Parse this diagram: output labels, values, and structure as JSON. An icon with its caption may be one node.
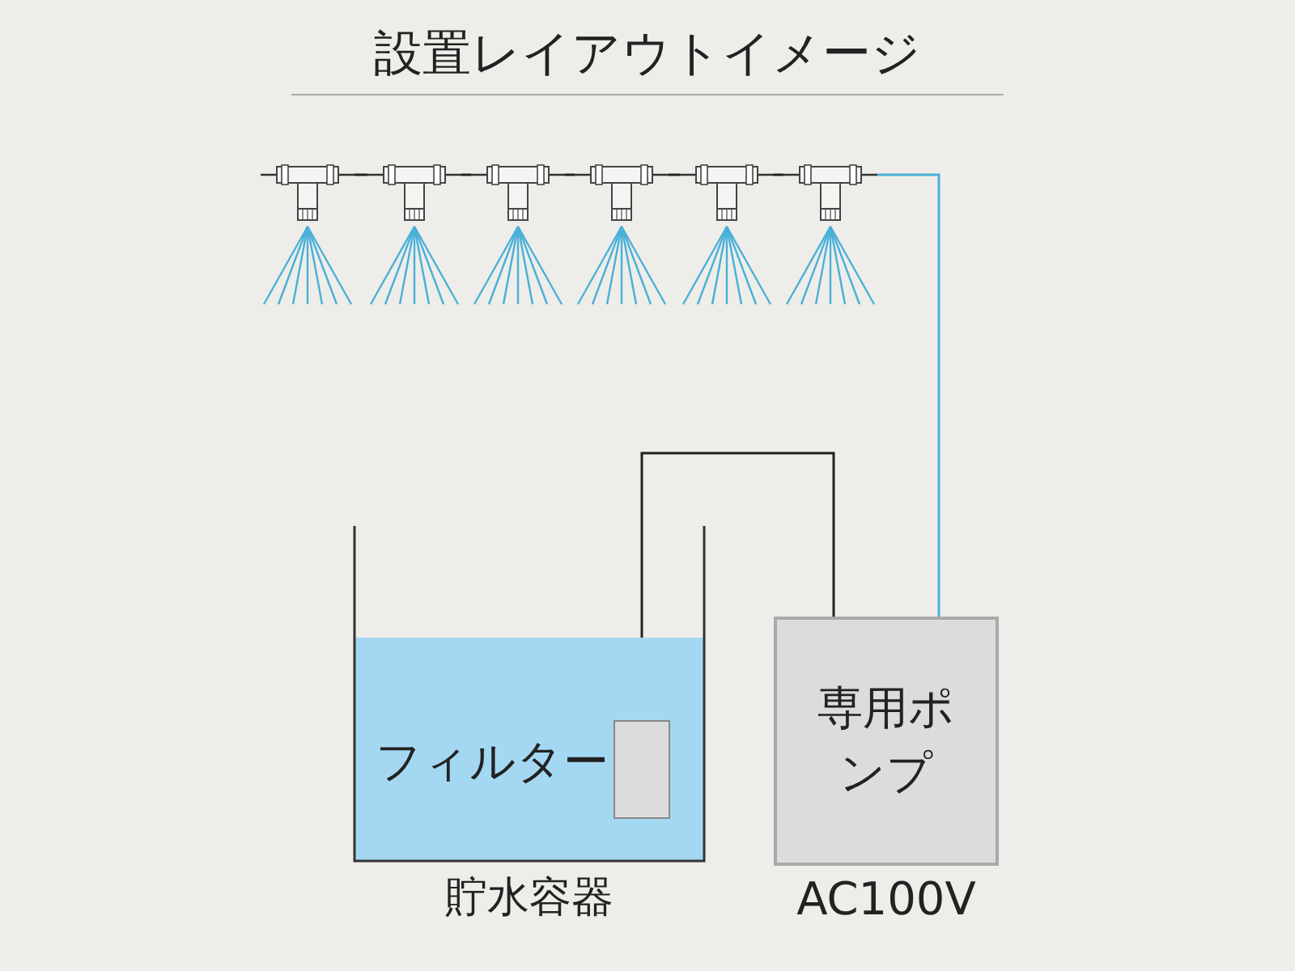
{
  "diagram": {
    "title": "設置レイアウトイメージ",
    "nodes": [
      {
        "text": [
          "貯水容器"
        ]
      },
      {
        "text": [],
        "shape": "box",
        "in": 0,
        "beside": [
          "フィルター"
        ]
      },
      {
        "text": [
          "専用ポンプ"
        ],
        "beside": [
          "AC100V"
        ]
      },
      {
        "text": [],
        "shape": "picture"
      },
      {
        "text": [],
        "shape": "picture"
      },
      {
        "text": [],
        "shape": "picture"
      },
      {
        "text": [],
        "shape": "picture"
      },
      {
        "text": [],
        "shape": "picture"
      },
      {
        "text": [],
        "shape": "picture"
      }
    ],
    "edges": [
      {
        "from": 1,
        "to": 2,
        "arrow": "none"
      },
      {
        "from": 2,
        "to": 8,
        "arrow": "none",
        "color": "#4ab0d8"
      },
      {
        "from": 8,
        "to": 7,
        "arrow": "none"
      },
      {
        "from": 7,
        "to": 6,
        "arrow": "none"
      },
      {
        "from": 6,
        "to": 5,
        "arrow": "none"
      },
      {
        "from": 5,
        "to": 4,
        "arrow": "none"
      },
      {
        "from": 4,
        "to": 3,
        "arrow": "none"
      }
    ]
  }
}
